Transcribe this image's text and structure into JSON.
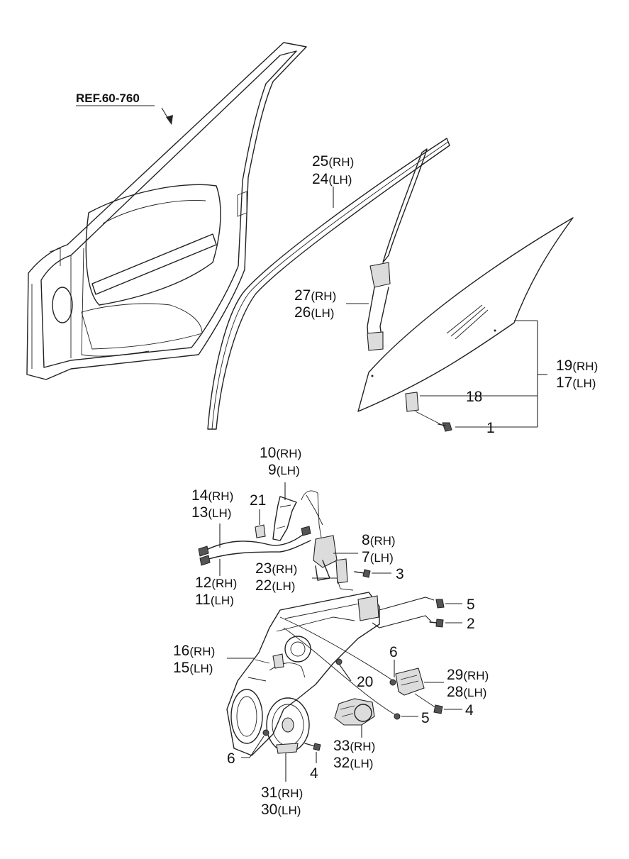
{
  "diagram": {
    "reference": "REF.60-760",
    "labels": [
      {
        "id": "l25",
        "num": "25",
        "side": "(RH)"
      },
      {
        "id": "l24",
        "num": "24",
        "side": "(LH)"
      },
      {
        "id": "l27",
        "num": "27",
        "side": "(RH)"
      },
      {
        "id": "l26",
        "num": "26",
        "side": "(LH)"
      },
      {
        "id": "l19",
        "num": "19",
        "side": "(RH)"
      },
      {
        "id": "l17",
        "num": "17",
        "side": "(LH)"
      },
      {
        "id": "l18",
        "num": "18",
        "side": ""
      },
      {
        "id": "l1",
        "num": "1",
        "side": ""
      },
      {
        "id": "l10",
        "num": "10",
        "side": "(RH)"
      },
      {
        "id": "l9",
        "num": "9",
        "side": "(LH)"
      },
      {
        "id": "l14",
        "num": "14",
        "side": "(RH)"
      },
      {
        "id": "l13",
        "num": "13",
        "side": "(LH)"
      },
      {
        "id": "l21",
        "num": "21",
        "side": ""
      },
      {
        "id": "l8",
        "num": "8",
        "side": "(RH)"
      },
      {
        "id": "l7",
        "num": "7",
        "side": "(LH)"
      },
      {
        "id": "l23",
        "num": "23",
        "side": "(RH)"
      },
      {
        "id": "l22",
        "num": "22",
        "side": "(LH)"
      },
      {
        "id": "l3",
        "num": "3",
        "side": ""
      },
      {
        "id": "l12",
        "num": "12",
        "side": "(RH)"
      },
      {
        "id": "l11",
        "num": "11",
        "side": "(LH)"
      },
      {
        "id": "l5a",
        "num": "5",
        "side": ""
      },
      {
        "id": "l2",
        "num": "2",
        "side": ""
      },
      {
        "id": "l16",
        "num": "16",
        "side": "(RH)"
      },
      {
        "id": "l15",
        "num": "15",
        "side": "(LH)"
      },
      {
        "id": "l6a",
        "num": "6",
        "side": ""
      },
      {
        "id": "l29",
        "num": "29",
        "side": "(RH)"
      },
      {
        "id": "l28",
        "num": "28",
        "side": "(LH)"
      },
      {
        "id": "l20",
        "num": "20",
        "side": ""
      },
      {
        "id": "l4a",
        "num": "4",
        "side": ""
      },
      {
        "id": "l5b",
        "num": "5",
        "side": ""
      },
      {
        "id": "l33",
        "num": "33",
        "side": "(RH)"
      },
      {
        "id": "l32",
        "num": "32",
        "side": "(LH)"
      },
      {
        "id": "l6b",
        "num": "6",
        "side": ""
      },
      {
        "id": "l4b",
        "num": "4",
        "side": ""
      },
      {
        "id": "l31",
        "num": "31",
        "side": "(RH)"
      },
      {
        "id": "l30",
        "num": "30",
        "side": "(LH)"
      }
    ]
  }
}
